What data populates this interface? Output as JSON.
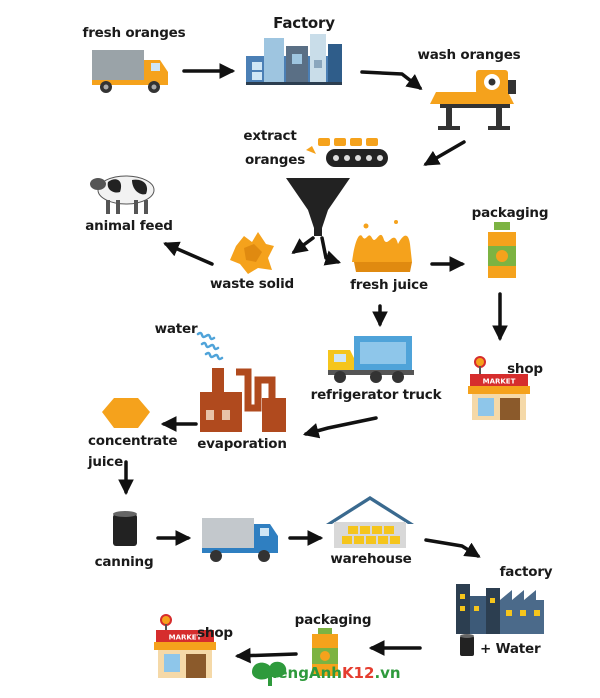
{
  "diagram": {
    "labels": {
      "fresh_oranges": "fresh oranges",
      "factory_top": "Factory",
      "wash_oranges": "wash oranges",
      "extract": "extract",
      "oranges": "oranges",
      "animal_feed": "animal feed",
      "waste_solid": "waste solid",
      "fresh_juice": "fresh juice",
      "packaging_top": "packaging",
      "water": "water",
      "refrigerator_truck": "refrigerator truck",
      "shop_top": "shop",
      "concentrate": "concentrate",
      "juice": "juice",
      "evaporation": "evaporation",
      "canning": "canning",
      "warehouse": "warehouse",
      "factory_bottom": "factory",
      "plus_water": "+ Water",
      "packaging_bottom": "packaging",
      "shop_bottom": "shop",
      "market_sign": "MARKET"
    },
    "watermark": {
      "part1": "TiengAnh",
      "part2": "K12",
      "part3": ".vn"
    },
    "colors": {
      "orange": "#f5a21c",
      "truck_blue": "#2f7fc1",
      "brick": "#b04a1e",
      "arrow": "#111111",
      "green": "#2e9a3c"
    }
  }
}
